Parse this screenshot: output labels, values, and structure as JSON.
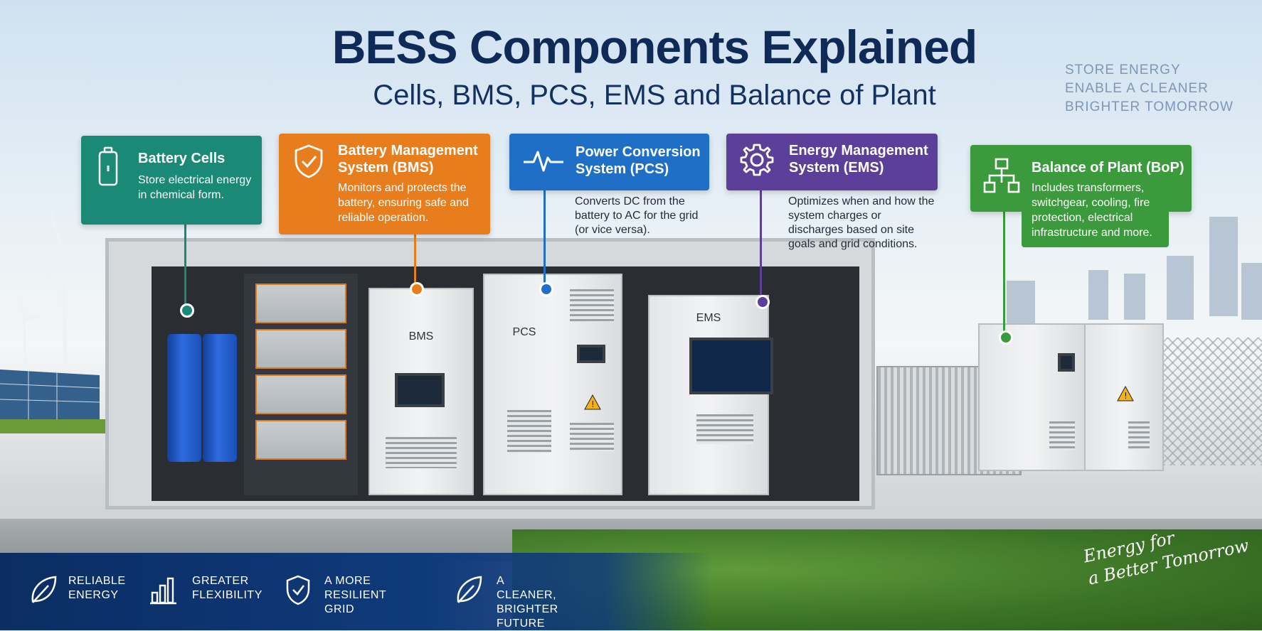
{
  "title": "BESS Components Explained",
  "subtitle": "Cells, BMS, PCS, EMS and Balance of Plant",
  "tagline": [
    "STORE ENERGY",
    "ENABLE A CLEANER",
    "BRIGHTER TOMORROW"
  ],
  "colors": {
    "cells": "#1a8a76",
    "bms": "#e77d1d",
    "pcs": "#1f6fc6",
    "ems": "#5c3f98",
    "bop": "#3a9a3c",
    "navy": "#0f2a57"
  },
  "components": {
    "cells": {
      "icon": "battery-icon",
      "title": "Battery Cells",
      "desc": "Store electrical energy in chemical form."
    },
    "bms": {
      "icon": "shield-icon",
      "title": "Battery Management System (BMS)",
      "desc": "Monitors and protects the battery, ensuring safe and reliable operation."
    },
    "pcs": {
      "icon": "pulse-icon",
      "title": "Power Conversion System (PCS)",
      "desc": "Converts DC from the battery to AC for the grid (or vice versa)."
    },
    "ems": {
      "icon": "gear-icon",
      "title": "Energy Management System (EMS)",
      "desc": "Optimizes when and how the system charges or discharges based on site goals and grid conditions."
    },
    "bop": {
      "icon": "network-icon",
      "title": "Balance of Plant (BoP)",
      "desc": "Includes transformers, switchgear, cooling, fire protection, electrical infrastructure and more."
    }
  },
  "cabinets": {
    "bms": "BMS",
    "pcs": "PCS",
    "ems": "EMS"
  },
  "footer": [
    {
      "icon": "leaf-icon",
      "line1": "RELIABLE",
      "line2": "ENERGY"
    },
    {
      "icon": "bar-chart-icon",
      "line1": "GREATER",
      "line2": "FLEXIBILITY"
    },
    {
      "icon": "shield-check-icon",
      "line1": "A MORE",
      "line2": "RESILIENT GRID"
    },
    {
      "icon": "leaf-icon",
      "line1": "A CLEANER,",
      "line2": "BRIGHTER FUTURE"
    }
  ],
  "slogan": [
    "Energy for",
    "a Better Tomorrow"
  ]
}
